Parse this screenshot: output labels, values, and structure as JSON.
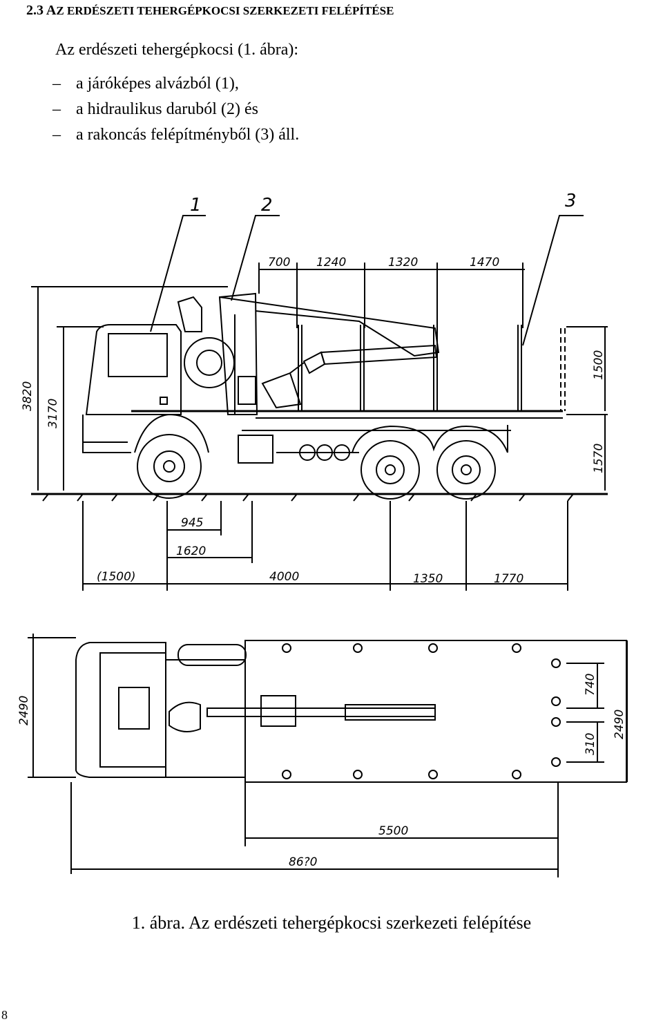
{
  "section": {
    "number": "2.3",
    "title_initial": "A",
    "title_rest": "Z ERDÉSZETI TEHERGÉPKOCSI SZERKEZETI FELÉPÍTÉSE"
  },
  "intro": "Az erdészeti tehergépkocsi (1. ábra):",
  "items": [
    {
      "dash": "–",
      "text": "a járóképes alvázból (1),"
    },
    {
      "dash": "–",
      "text": "a hidraulikus daruból (2) és"
    },
    {
      "dash": "–",
      "text": "a rakoncás felépítményből (3) áll."
    }
  ],
  "figure": {
    "callouts": [
      "1",
      "2",
      "3"
    ],
    "side_view": {
      "top_dims": [
        "700",
        "1240",
        "1320",
        "1470"
      ],
      "left_dims": [
        "3820",
        "3170"
      ],
      "right_dims": [
        "1500",
        "1570"
      ],
      "bottom_dims": [
        "945",
        "1620",
        "(1500)",
        "4000",
        "1350",
        "1770"
      ]
    },
    "top_view": {
      "left_dims": [
        "2490"
      ],
      "right_dims": [
        "740",
        "310",
        "2490"
      ],
      "bottom_dims": [
        "5500",
        "86?0"
      ]
    },
    "caption": "1. ábra. Az erdészeti tehergépkocsi szerkezeti felépítése"
  },
  "page_number": "8"
}
